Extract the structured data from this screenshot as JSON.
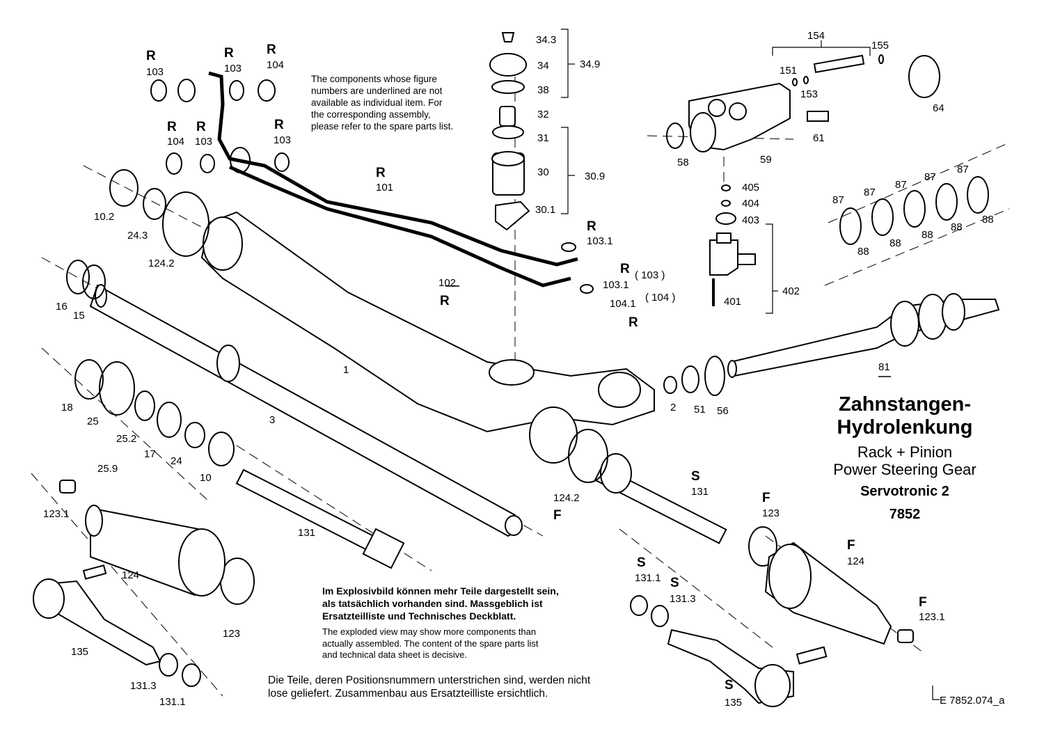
{
  "title": {
    "line1": "Zahnstangen-",
    "line2": "Hydrolenkung",
    "line3": "Rack + Pinion",
    "line4": "Power Steering Gear",
    "line5": "Servotronic 2",
    "line6": "7852"
  },
  "notes": {
    "english_underline_1": "The components whose figure",
    "english_underline_2": "numbers are underlined are not",
    "english_underline_3": "available as individual item. For",
    "english_underline_4": "the corresponding assembly,",
    "english_underline_5": "please refer to the spare parts list.",
    "german_explosion_1": "Im Explosivbild können mehr Teile dargestellt sein,",
    "german_explosion_2": "als tatsächlich vorhanden sind. Massgeblich ist",
    "german_explosion_3": "Ersatzteilliste und Technisches Deckblatt.",
    "english_explosion_1": "The exploded view may show more  components than",
    "english_explosion_2": "actually assembled. The content of the spare parts list",
    "english_explosion_3": "and technical data sheet is decisive.",
    "german_underline_1": "Die  Teile, deren Positionsnummern unterstrichen sind, werden nicht",
    "german_underline_2": "lose geliefert. Zusammenbau aus Ersatzteilliste ersichtlich."
  },
  "drawing_ref": "E 7852.074_a",
  "part_labels": [
    {
      "id": "p103a",
      "text": "103"
    },
    {
      "id": "p103b",
      "text": "103"
    },
    {
      "id": "p104a",
      "text": "104"
    },
    {
      "id": "p104b",
      "text": "104"
    },
    {
      "id": "p103c",
      "text": "103"
    },
    {
      "id": "p103d",
      "text": "103"
    },
    {
      "id": "p10_2",
      "text": "10.2"
    },
    {
      "id": "p24_3",
      "text": "24.3"
    },
    {
      "id": "p124_2a",
      "text": "124.2"
    },
    {
      "id": "p16",
      "text": "16"
    },
    {
      "id": "p15",
      "text": "15"
    },
    {
      "id": "p101",
      "text": "101"
    },
    {
      "id": "p102",
      "text": "102"
    },
    {
      "id": "p103_1a",
      "text": "103.1"
    },
    {
      "id": "p103_1b",
      "text": "103.1"
    },
    {
      "id": "p103paren",
      "text": "( 103 )"
    },
    {
      "id": "p104_1",
      "text": "104.1"
    },
    {
      "id": "p104paren",
      "text": "( 104 )"
    },
    {
      "id": "p34_3",
      "text": "34.3"
    },
    {
      "id": "p34",
      "text": "34"
    },
    {
      "id": "p38",
      "text": "38"
    },
    {
      "id": "p34_9",
      "text": "34.9"
    },
    {
      "id": "p32",
      "text": "32"
    },
    {
      "id": "p31",
      "text": "31"
    },
    {
      "id": "p30",
      "text": "30"
    },
    {
      "id": "p30_9",
      "text": "30.9"
    },
    {
      "id": "p30_1",
      "text": "30.1"
    },
    {
      "id": "p154",
      "text": "154"
    },
    {
      "id": "p155",
      "text": "155"
    },
    {
      "id": "p151",
      "text": "151"
    },
    {
      "id": "p153",
      "text": "153"
    },
    {
      "id": "p64",
      "text": "64"
    },
    {
      "id": "p61",
      "text": "61"
    },
    {
      "id": "p58",
      "text": "58"
    },
    {
      "id": "p59",
      "text": "59"
    },
    {
      "id": "p405",
      "text": "405"
    },
    {
      "id": "p404",
      "text": "404"
    },
    {
      "id": "p403",
      "text": "403"
    },
    {
      "id": "p401",
      "text": "401"
    },
    {
      "id": "p402",
      "text": "402"
    },
    {
      "id": "p87a",
      "text": "87"
    },
    {
      "id": "p87b",
      "text": "87"
    },
    {
      "id": "p87c",
      "text": "87"
    },
    {
      "id": "p87d",
      "text": "87"
    },
    {
      "id": "p87e",
      "text": "87"
    },
    {
      "id": "p88a",
      "text": "88"
    },
    {
      "id": "p88b",
      "text": "88"
    },
    {
      "id": "p88c",
      "text": "88"
    },
    {
      "id": "p88d",
      "text": "88"
    },
    {
      "id": "p88e",
      "text": "88"
    },
    {
      "id": "p81",
      "text": "81"
    },
    {
      "id": "p1",
      "text": "1"
    },
    {
      "id": "p2",
      "text": "2"
    },
    {
      "id": "p51",
      "text": "51"
    },
    {
      "id": "p56",
      "text": "56"
    },
    {
      "id": "p3",
      "text": "3"
    },
    {
      "id": "p18",
      "text": "18"
    },
    {
      "id": "p25",
      "text": "25"
    },
    {
      "id": "p25_2",
      "text": "25.2"
    },
    {
      "id": "p17",
      "text": "17"
    },
    {
      "id": "p24",
      "text": "24"
    },
    {
      "id": "p25_9",
      "text": "25.9"
    },
    {
      "id": "p10",
      "text": "10"
    },
    {
      "id": "p123_1a",
      "text": "123.1"
    },
    {
      "id": "p124a",
      "text": "124"
    },
    {
      "id": "p123a",
      "text": "123"
    },
    {
      "id": "p131a",
      "text": "131"
    },
    {
      "id": "p135a",
      "text": "135"
    },
    {
      "id": "p131_3a",
      "text": "131.3"
    },
    {
      "id": "p131_1a",
      "text": "131.1"
    },
    {
      "id": "p124_2b",
      "text": "124.2"
    },
    {
      "id": "p131b",
      "text": "131"
    },
    {
      "id": "p123b",
      "text": "123"
    },
    {
      "id": "p124b",
      "text": "124"
    },
    {
      "id": "p123_1b",
      "text": "123.1"
    },
    {
      "id": "p131_1b",
      "text": "131.1"
    },
    {
      "id": "p131_3b",
      "text": "131.3"
    },
    {
      "id": "p135b",
      "text": "135"
    }
  ],
  "code_letters": [
    {
      "id": "R1",
      "text": "R"
    },
    {
      "id": "R2",
      "text": "R"
    },
    {
      "id": "R3",
      "text": "R"
    },
    {
      "id": "R4",
      "text": "R"
    },
    {
      "id": "R5",
      "text": "R"
    },
    {
      "id": "R6",
      "text": "R"
    },
    {
      "id": "R7",
      "text": "R"
    },
    {
      "id": "R8",
      "text": "R"
    },
    {
      "id": "R9",
      "text": "R"
    },
    {
      "id": "R10",
      "text": "R"
    },
    {
      "id": "R11",
      "text": "R"
    },
    {
      "id": "F1",
      "text": "F"
    },
    {
      "id": "F2",
      "text": "F"
    },
    {
      "id": "F3",
      "text": "F"
    },
    {
      "id": "F4",
      "text": "F"
    },
    {
      "id": "S1",
      "text": "S"
    },
    {
      "id": "S2",
      "text": "S"
    },
    {
      "id": "S3",
      "text": "S"
    },
    {
      "id": "S4",
      "text": "S"
    }
  ]
}
